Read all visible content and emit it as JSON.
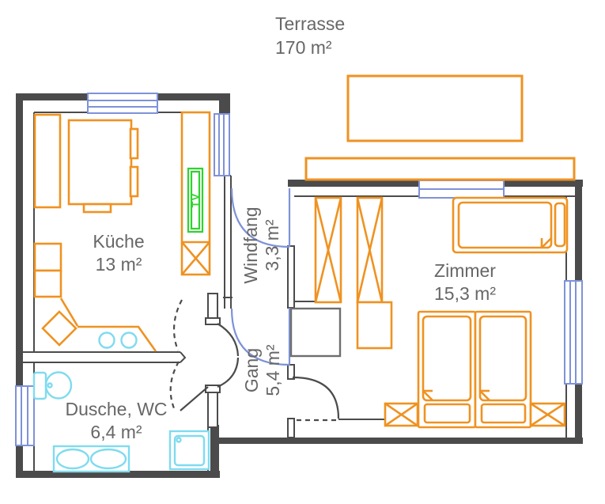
{
  "colors": {
    "wall": "#4b4b4b",
    "orange": "#ef9221",
    "blue": "#7e92d8",
    "cyan": "#7fdbef",
    "green": "#2fd32f",
    "text": "#676767",
    "furniture_gray": "#6e6e6e"
  },
  "rooms": {
    "terrasse": {
      "name": "Terrasse",
      "area": "170 m²"
    },
    "kueche": {
      "name": "Küche",
      "area": "13 m²"
    },
    "windfang": {
      "name": "Windfang",
      "area": "3,3 m²"
    },
    "gang": {
      "name": "Gang",
      "area": "5,4 m²"
    },
    "zimmer": {
      "name": "Zimmer",
      "area": "15,3 m²"
    },
    "dusche": {
      "name": "Dusche, WC",
      "area": "6,4 m²"
    }
  },
  "furniture": {
    "tv_label": "TV"
  }
}
